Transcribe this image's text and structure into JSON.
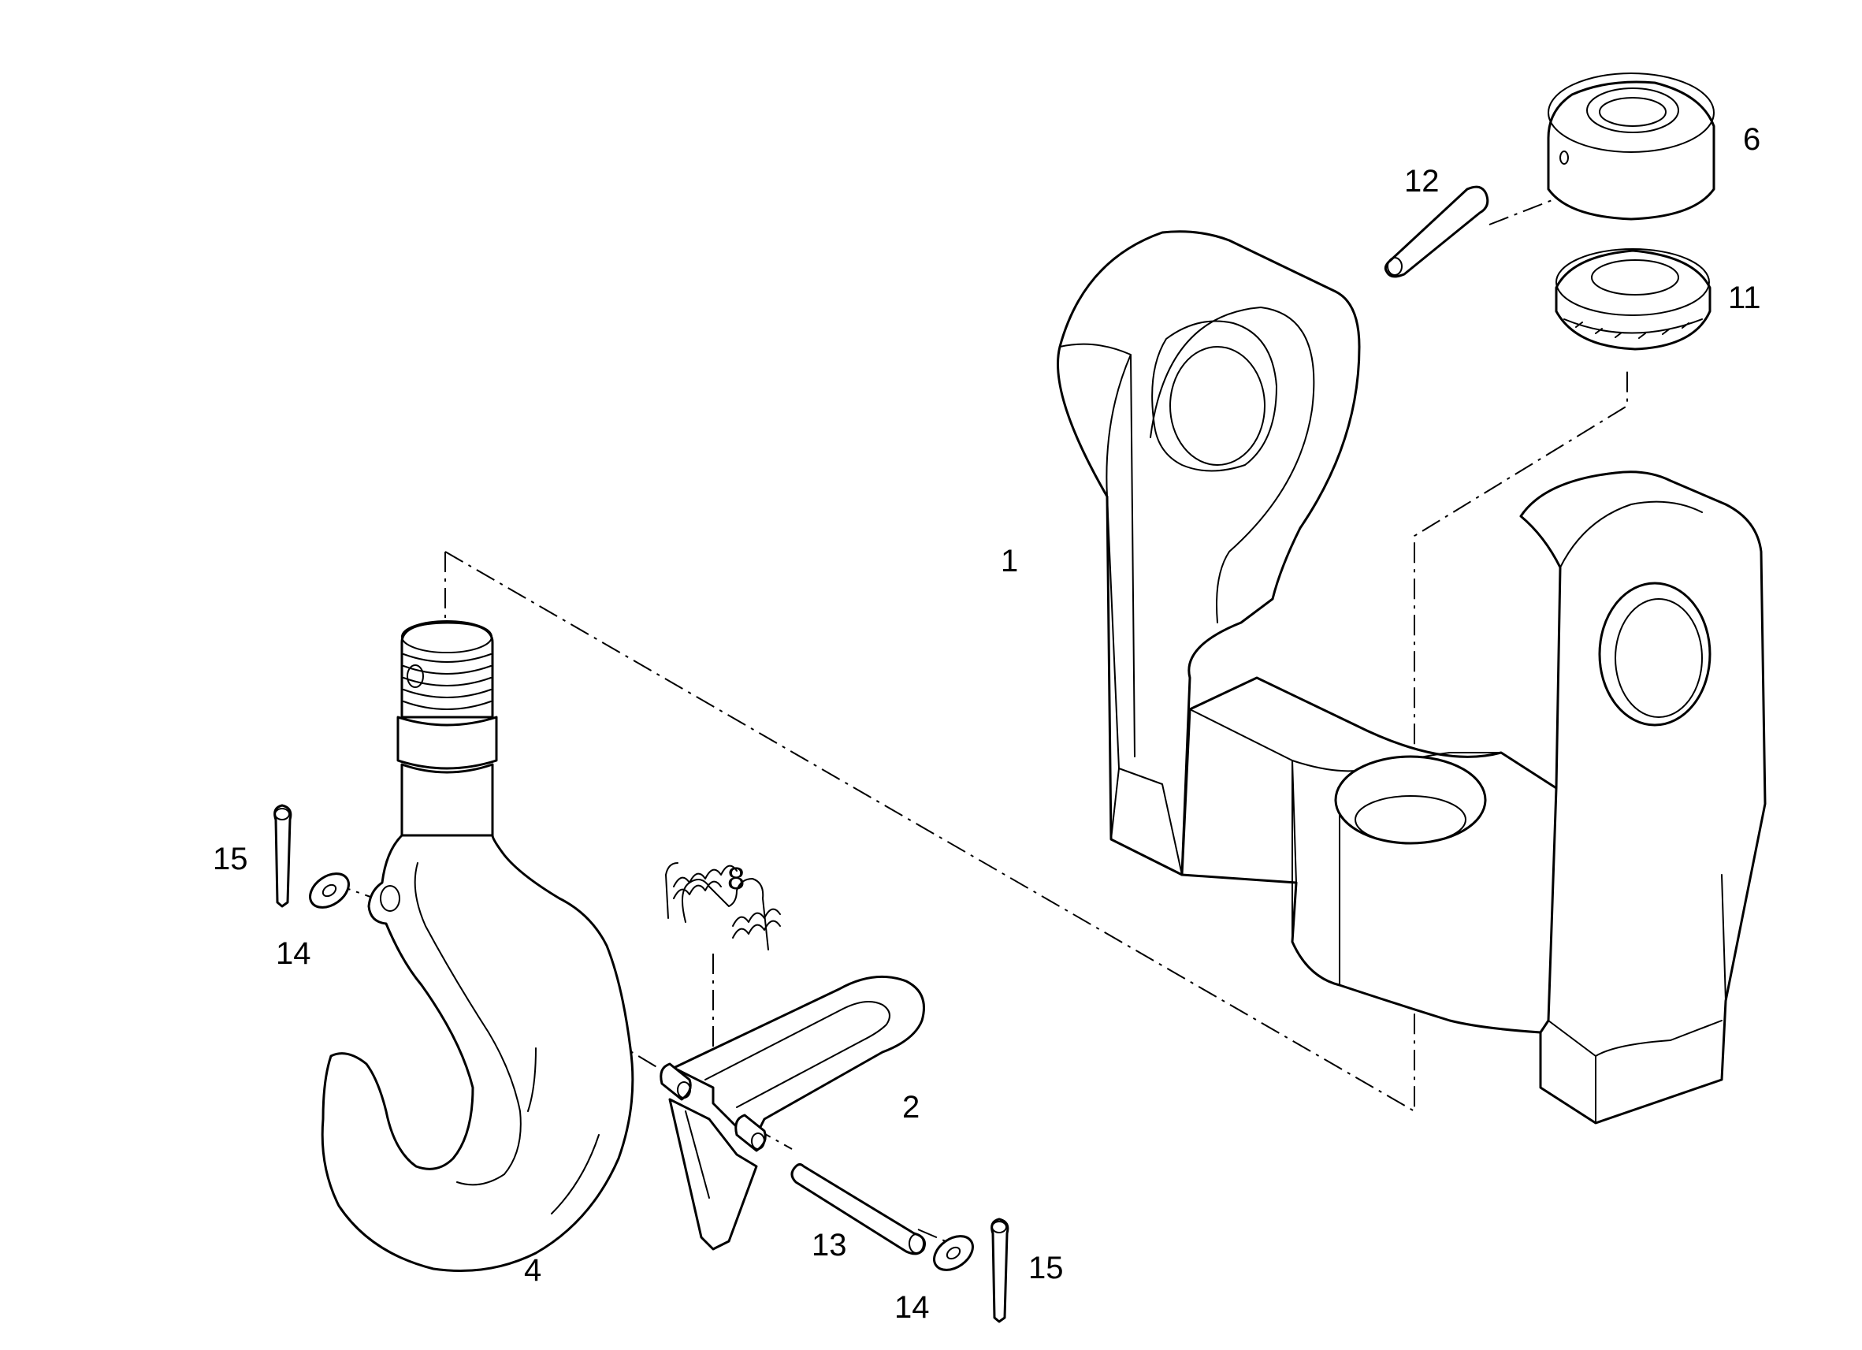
{
  "diagram": {
    "callouts": [
      {
        "id": "part-1",
        "label": "1"
      },
      {
        "id": "part-2",
        "label": "2"
      },
      {
        "id": "part-4",
        "label": "4"
      },
      {
        "id": "part-6",
        "label": "6"
      },
      {
        "id": "part-8",
        "label": "8"
      },
      {
        "id": "part-11",
        "label": "11"
      },
      {
        "id": "part-12",
        "label": "12"
      },
      {
        "id": "part-13",
        "label": "13"
      },
      {
        "id": "part-14a",
        "label": "14"
      },
      {
        "id": "part-14b",
        "label": "14"
      },
      {
        "id": "part-15a",
        "label": "15"
      },
      {
        "id": "part-15b",
        "label": "15"
      }
    ]
  }
}
